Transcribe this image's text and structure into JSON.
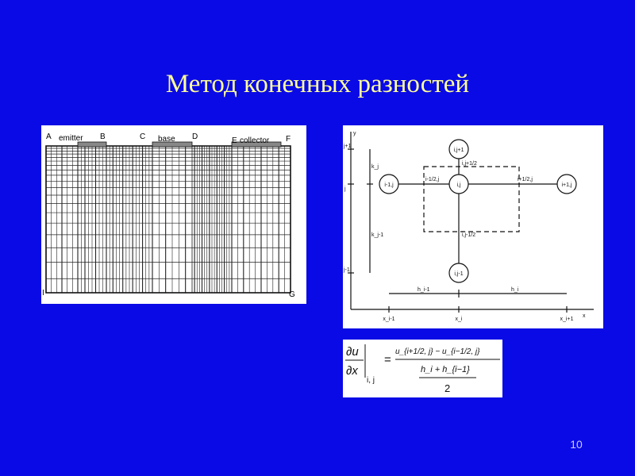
{
  "slide": {
    "title": "Метод конечных разностей",
    "page_number": "10"
  },
  "mesh": {
    "corner_labels": [
      "A",
      "B",
      "C",
      "D",
      "E",
      "F",
      "I",
      "G"
    ],
    "regions": [
      "emitter",
      "base",
      "collector"
    ]
  },
  "stencil": {
    "axis_y": "y",
    "axis_x": "x",
    "nodes": {
      "top": "i,j+1",
      "left": "i-1,j",
      "center": "i,j",
      "right": "i+1,j",
      "bottom": "i,j-1"
    },
    "half_labels": {
      "top": "i,j+1/2",
      "left": "i-1/2,j",
      "right": "i+1/2,j",
      "bottom": "i,j-1/2"
    },
    "y_ticks": [
      "j+1",
      "j",
      "j-1"
    ],
    "k_labels": [
      "k_j",
      "k_j-1"
    ],
    "h_labels": [
      "h_i-1",
      "h_i"
    ],
    "x_ticks": [
      "x_i-1",
      "x_i",
      "x_i+1"
    ]
  },
  "formula": {
    "lhs_num": "∂u",
    "lhs_den": "∂x",
    "lhs_sub": "i, j",
    "eq": "=",
    "rhs_num": "u_{i+1/2, j} − u_{i−1/2, j}",
    "rhs_den": "h_i + h_{i−1}",
    "rhs_den2": "2"
  }
}
